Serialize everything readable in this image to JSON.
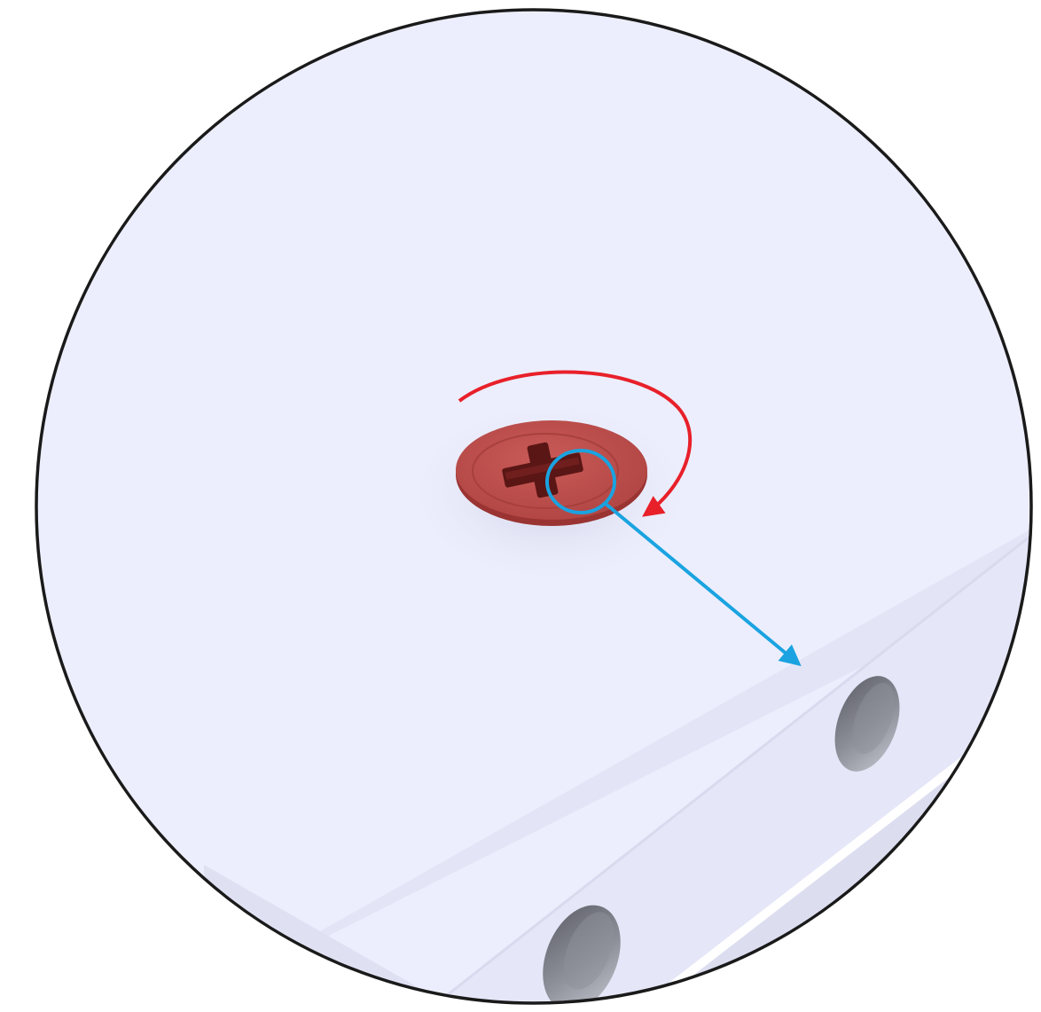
{
  "diagram": {
    "kind": "assembly-detail-callout",
    "colors": {
      "background": "#ffffff",
      "detail_fill": "#eceefd",
      "panel_face": "#e6e8f8",
      "panel_side": "#dfe1f2",
      "outline": "#1a1a1a",
      "screw_head": "#bf4d4b",
      "screw_shadow": "#9a3432",
      "hole_dark": "#6e6f78",
      "hole_light": "#b9bbc6",
      "rotation_arrow": "#e8202a",
      "target_circle": "#1aa3e0",
      "direction_arrow": "#1aa3e0"
    },
    "icons": {
      "detail": "magnified-detail-circle",
      "screw": "phillips-screw-head",
      "rotation": "clockwise-rotation-arrow",
      "target": "highlight-ring",
      "direction": "direction-arrow",
      "holes": "pre-drilled-hole"
    }
  }
}
